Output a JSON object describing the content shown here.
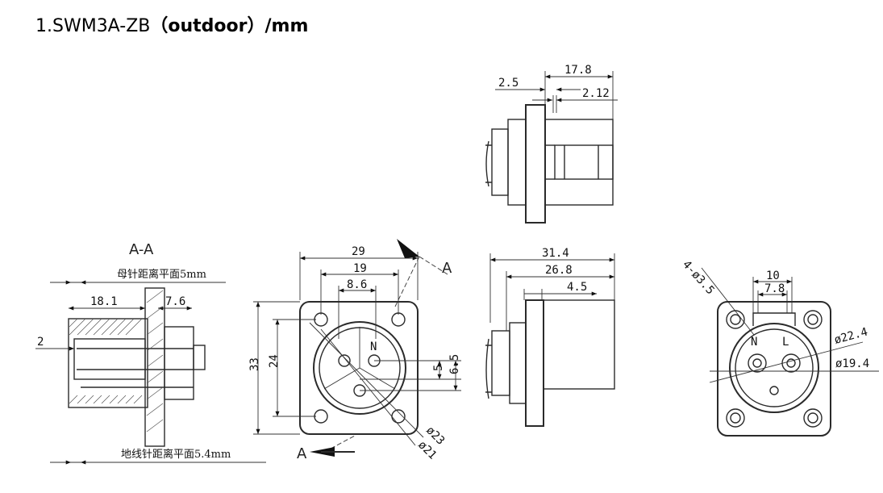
{
  "title": {
    "model": "1.SWM3A-ZB",
    "variant": "（outdoor）/mm"
  },
  "section_view": {
    "label": "A-A",
    "note_top": "母针距离平面5mm",
    "note_bottom": "地线针距离平面5.4mm",
    "dims": {
      "d1": "18.1",
      "d2": "7.6",
      "d3": "2"
    }
  },
  "front_view": {
    "dims": {
      "w_outer": "29",
      "w_inner": "19",
      "w_pin": "8.6",
      "h_outer": "33",
      "h_inner": "24",
      "pin_off1": "5",
      "pin_off2": "6.5",
      "dia1": "ø23",
      "dia2": "ø21"
    },
    "section_marker": "A",
    "pin_label": "N"
  },
  "top_view": {
    "dims": {
      "d1": "17.8",
      "d2": "2.5",
      "d3": "2.12"
    }
  },
  "side_view": {
    "dims": {
      "d1": "31.4",
      "d2": "26.8",
      "d3": "4.5"
    }
  },
  "cutout_view": {
    "dims": {
      "holes": "4-ø3.5",
      "w1": "10",
      "w2": "7.8",
      "dia1": "ø22.4",
      "dia2": "ø19.4"
    },
    "pins": {
      "n": "N",
      "l": "L"
    }
  }
}
